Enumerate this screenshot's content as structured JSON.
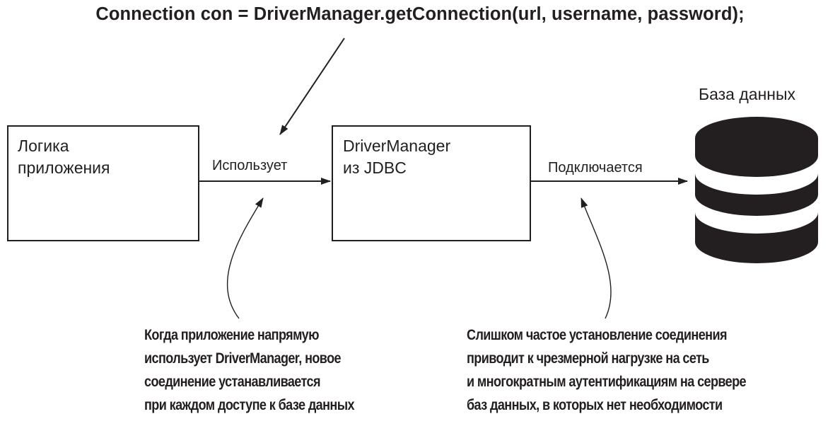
{
  "code_line": "Connection con = DriverManager.getConnection(url, username, password);",
  "boxes": {
    "app_logic": [
      "Логика",
      "приложения"
    ],
    "driver_manager": [
      "DriverManager",
      "из JDBC"
    ]
  },
  "edges": {
    "uses": "Использует",
    "connects": "Подключается"
  },
  "database_label": "База данных",
  "notes": {
    "left": [
      "Когда приложение напрямую",
      "использует DriverManager, новое",
      "соединение устанавливается",
      "при каждом доступе к базе данных"
    ],
    "right": [
      "Слишком частое установление соединения",
      "приводит к чрезмерной нагрузке на сеть",
      "и многократным аутентификациям на сервере",
      "баз данных, в которых нет необходимости"
    ]
  }
}
